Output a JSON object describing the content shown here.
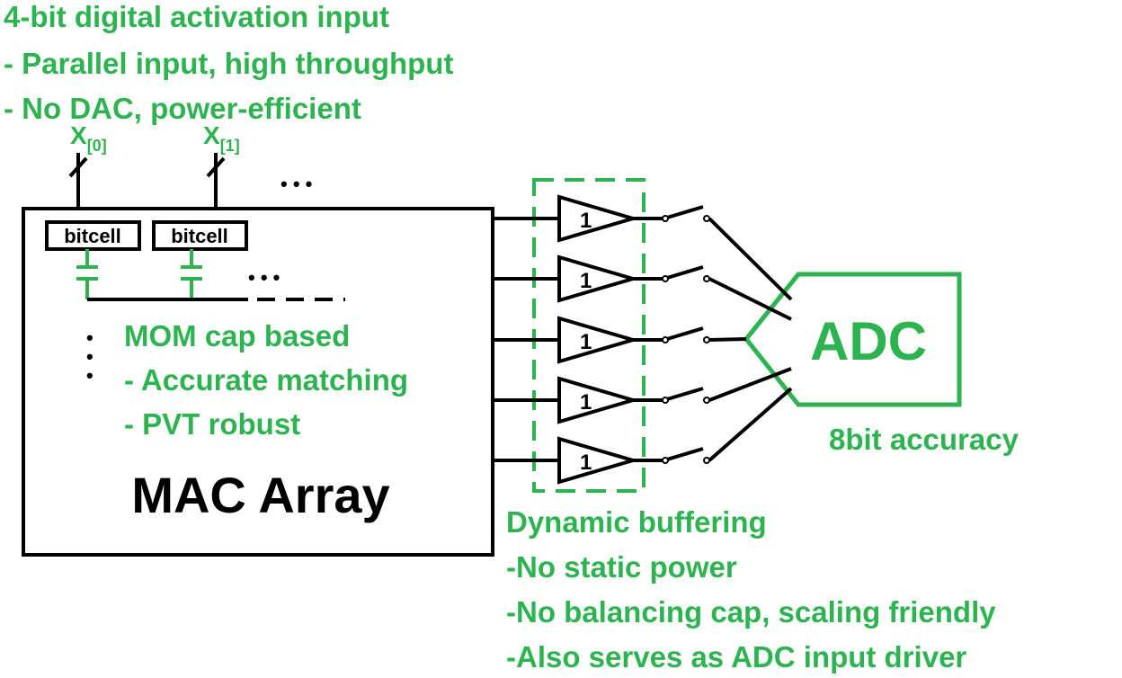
{
  "colors": {
    "accent": "#2db34f",
    "ink": "#000000"
  },
  "top_notes": {
    "line1": "4-bit digital activation input",
    "line2": "- Parallel input, high throughput",
    "line3": "- No DAC, power-efficient"
  },
  "inputs": {
    "x0_base": "X",
    "x0_sub": "[0]",
    "x1_base": "X",
    "x1_sub": "[1]",
    "ellipsis": "• • •"
  },
  "mac_array": {
    "title": "MAC Array",
    "bitcell_1": "bitcell",
    "bitcell_2": "bitcell",
    "ellipsis_h": "• • •",
    "ellipsis_v": "•",
    "cap_notes": {
      "line1": "MOM cap based",
      "line2": "- Accurate matching",
      "line3": "- PVT robust"
    }
  },
  "buffers": {
    "label": "1",
    "notes": {
      "line1": "Dynamic buffering",
      "line2": "-No static power",
      "line3": "-No balancing cap, scaling friendly",
      "line4": "-Also serves as ADC input driver"
    }
  },
  "adc": {
    "label": "ADC",
    "note": "8bit accuracy"
  }
}
